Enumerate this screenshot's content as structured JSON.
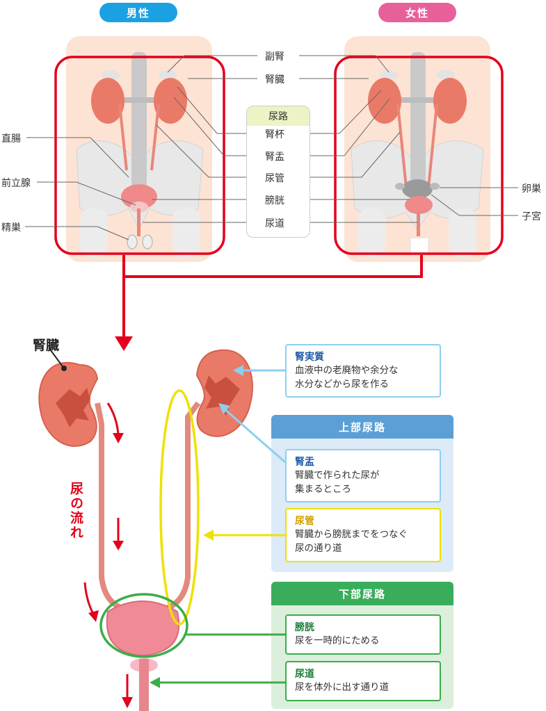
{
  "top": {
    "male_tag": "男性",
    "female_tag": "女性",
    "labels_center": [
      "副腎",
      "腎臓"
    ],
    "route_title": "尿路",
    "route_items": [
      "腎杯",
      "腎盂",
      "尿管",
      "膀胱",
      "尿道"
    ],
    "male_side_labels": [
      "直腸",
      "前立腺",
      "精巣"
    ],
    "female_side_labels": [
      "卵巣",
      "子宮"
    ]
  },
  "bottom": {
    "kidney_title": "腎臓",
    "flow_label": "尿の流れ",
    "cards": {
      "parenchyma": {
        "title": "腎実質",
        "desc_1": "血液中の老廃物や余分な",
        "desc_2": "水分などから尿を作る"
      },
      "pelvis": {
        "title": "腎盂",
        "desc_1": "腎臓で作られた尿が",
        "desc_2": "集まるところ"
      },
      "ureter": {
        "title": "尿管",
        "desc_1": "腎臓から膀胱までをつなぐ",
        "desc_2": "尿の通り道"
      },
      "bladder": {
        "title": "膀胱",
        "desc_1": "尿を一時的にためる"
      },
      "urethra": {
        "title": "尿道",
        "desc_1": "尿を体外に出す通り道"
      }
    },
    "upper_tract_title": "上部尿路",
    "lower_tract_title": "下部尿路"
  },
  "colors": {
    "male_tag": "#1ba1e2",
    "female_tag": "#e8609a",
    "red_frame": "#e3001b",
    "kidney": "#ea7a68",
    "upper_panel_head": "#5b9fd6",
    "upper_panel_bg": "#dcebf7",
    "lower_panel_head": "#3aad5c",
    "lower_panel_bg": "#dcefdc",
    "pelvis_accent": "#1f5aa8",
    "ureter_accent": "#d4a000",
    "bladder_accent": "#1e7d3a"
  }
}
